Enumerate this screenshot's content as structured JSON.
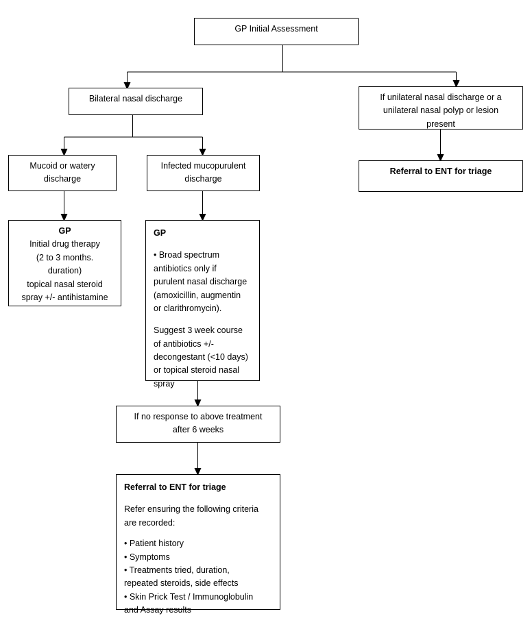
{
  "diagram": {
    "title": "GP Initial Assessment pathway for nasal discharge",
    "background_color": "#ffffff",
    "line_color": "#000000",
    "text_color": "#000000"
  },
  "nodes": {
    "root": {
      "label": "GP Initial Assessment"
    },
    "bilateral": {
      "label": "Bilateral nasal discharge"
    },
    "unilateral": {
      "line1": "If unilateral nasal discharge or a",
      "line2": "unilateral nasal polyp or lesion",
      "line3": "present"
    },
    "referral_right": {
      "label": "Referral to ENT for triage"
    },
    "mucoid": {
      "line1": "Mucoid or watery",
      "line2": "discharge"
    },
    "infected": {
      "line1": "Infected mucopurulent",
      "line2": "discharge"
    },
    "gp_left": {
      "heading": "GP",
      "line1": "Initial drug therapy",
      "line2": "(2 to 3 months.",
      "line3": "duration)",
      "line4": "topical nasal steroid",
      "line5": "spray +/- antihistamine"
    },
    "gp_right": {
      "heading": "GP",
      "p1_line1": "• Broad spectrum",
      "p1_line2": "antibiotics only if",
      "p1_line3": "purulent nasal discharge",
      "p1_line4": "(amoxicillin, augmentin",
      "p1_line5": "or clarithromycin).",
      "p2_line1": "Suggest 3 week course",
      "p2_line2": "of antibiotics +/-",
      "p2_line3": "decongestant (<10 days)",
      "p2_line4": "or topical steroid nasal",
      "p2_line5": "spray"
    },
    "no_response": {
      "line1": "If no response to above treatment",
      "line2": "after 6 weeks"
    },
    "referral_bottom": {
      "heading": "Referral to ENT for triage",
      "intro_line1": "Refer ensuring the following criteria",
      "intro_line2": "are recorded:",
      "bullet1": "• Patient history",
      "bullet2": "• Symptoms",
      "bullet3_line1": "• Treatments  tried, duration,",
      "bullet3_line2": "repeated steroids, side effects",
      "bullet4_line1": "• Skin Prick Test / Immunoglobulin",
      "bullet4_line2": "and Assay results"
    }
  }
}
